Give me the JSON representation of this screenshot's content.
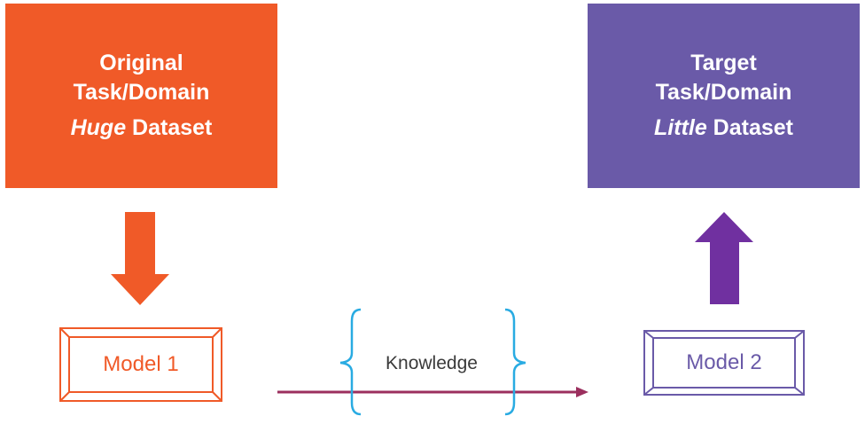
{
  "colors": {
    "source": "#f05a28",
    "target": "#6a5aa8",
    "up_arrow": "#7030a0",
    "knowledge_arrow": "#9b2f5e",
    "brace": "#29abe2",
    "text_dark": "#3a3a3a",
    "white": "#ffffff"
  },
  "source_box": {
    "line1": "Original",
    "line2": "Task/Domain",
    "line3_emph": "Huge",
    "line3_rest": " Dataset"
  },
  "target_box": {
    "line1": "Target",
    "line2": "Task/Domain",
    "line3_emph": "Little",
    "line3_rest": " Dataset"
  },
  "model1": {
    "label": "Model 1"
  },
  "model2": {
    "label": "Model 2"
  },
  "knowledge": {
    "label": "Knowledge"
  },
  "icons": {
    "down_arrow": "down-arrow-icon",
    "up_arrow": "up-arrow-icon",
    "right_arrow": "right-arrow-icon",
    "left_brace": "left-brace-icon",
    "right_brace": "right-brace-icon"
  }
}
